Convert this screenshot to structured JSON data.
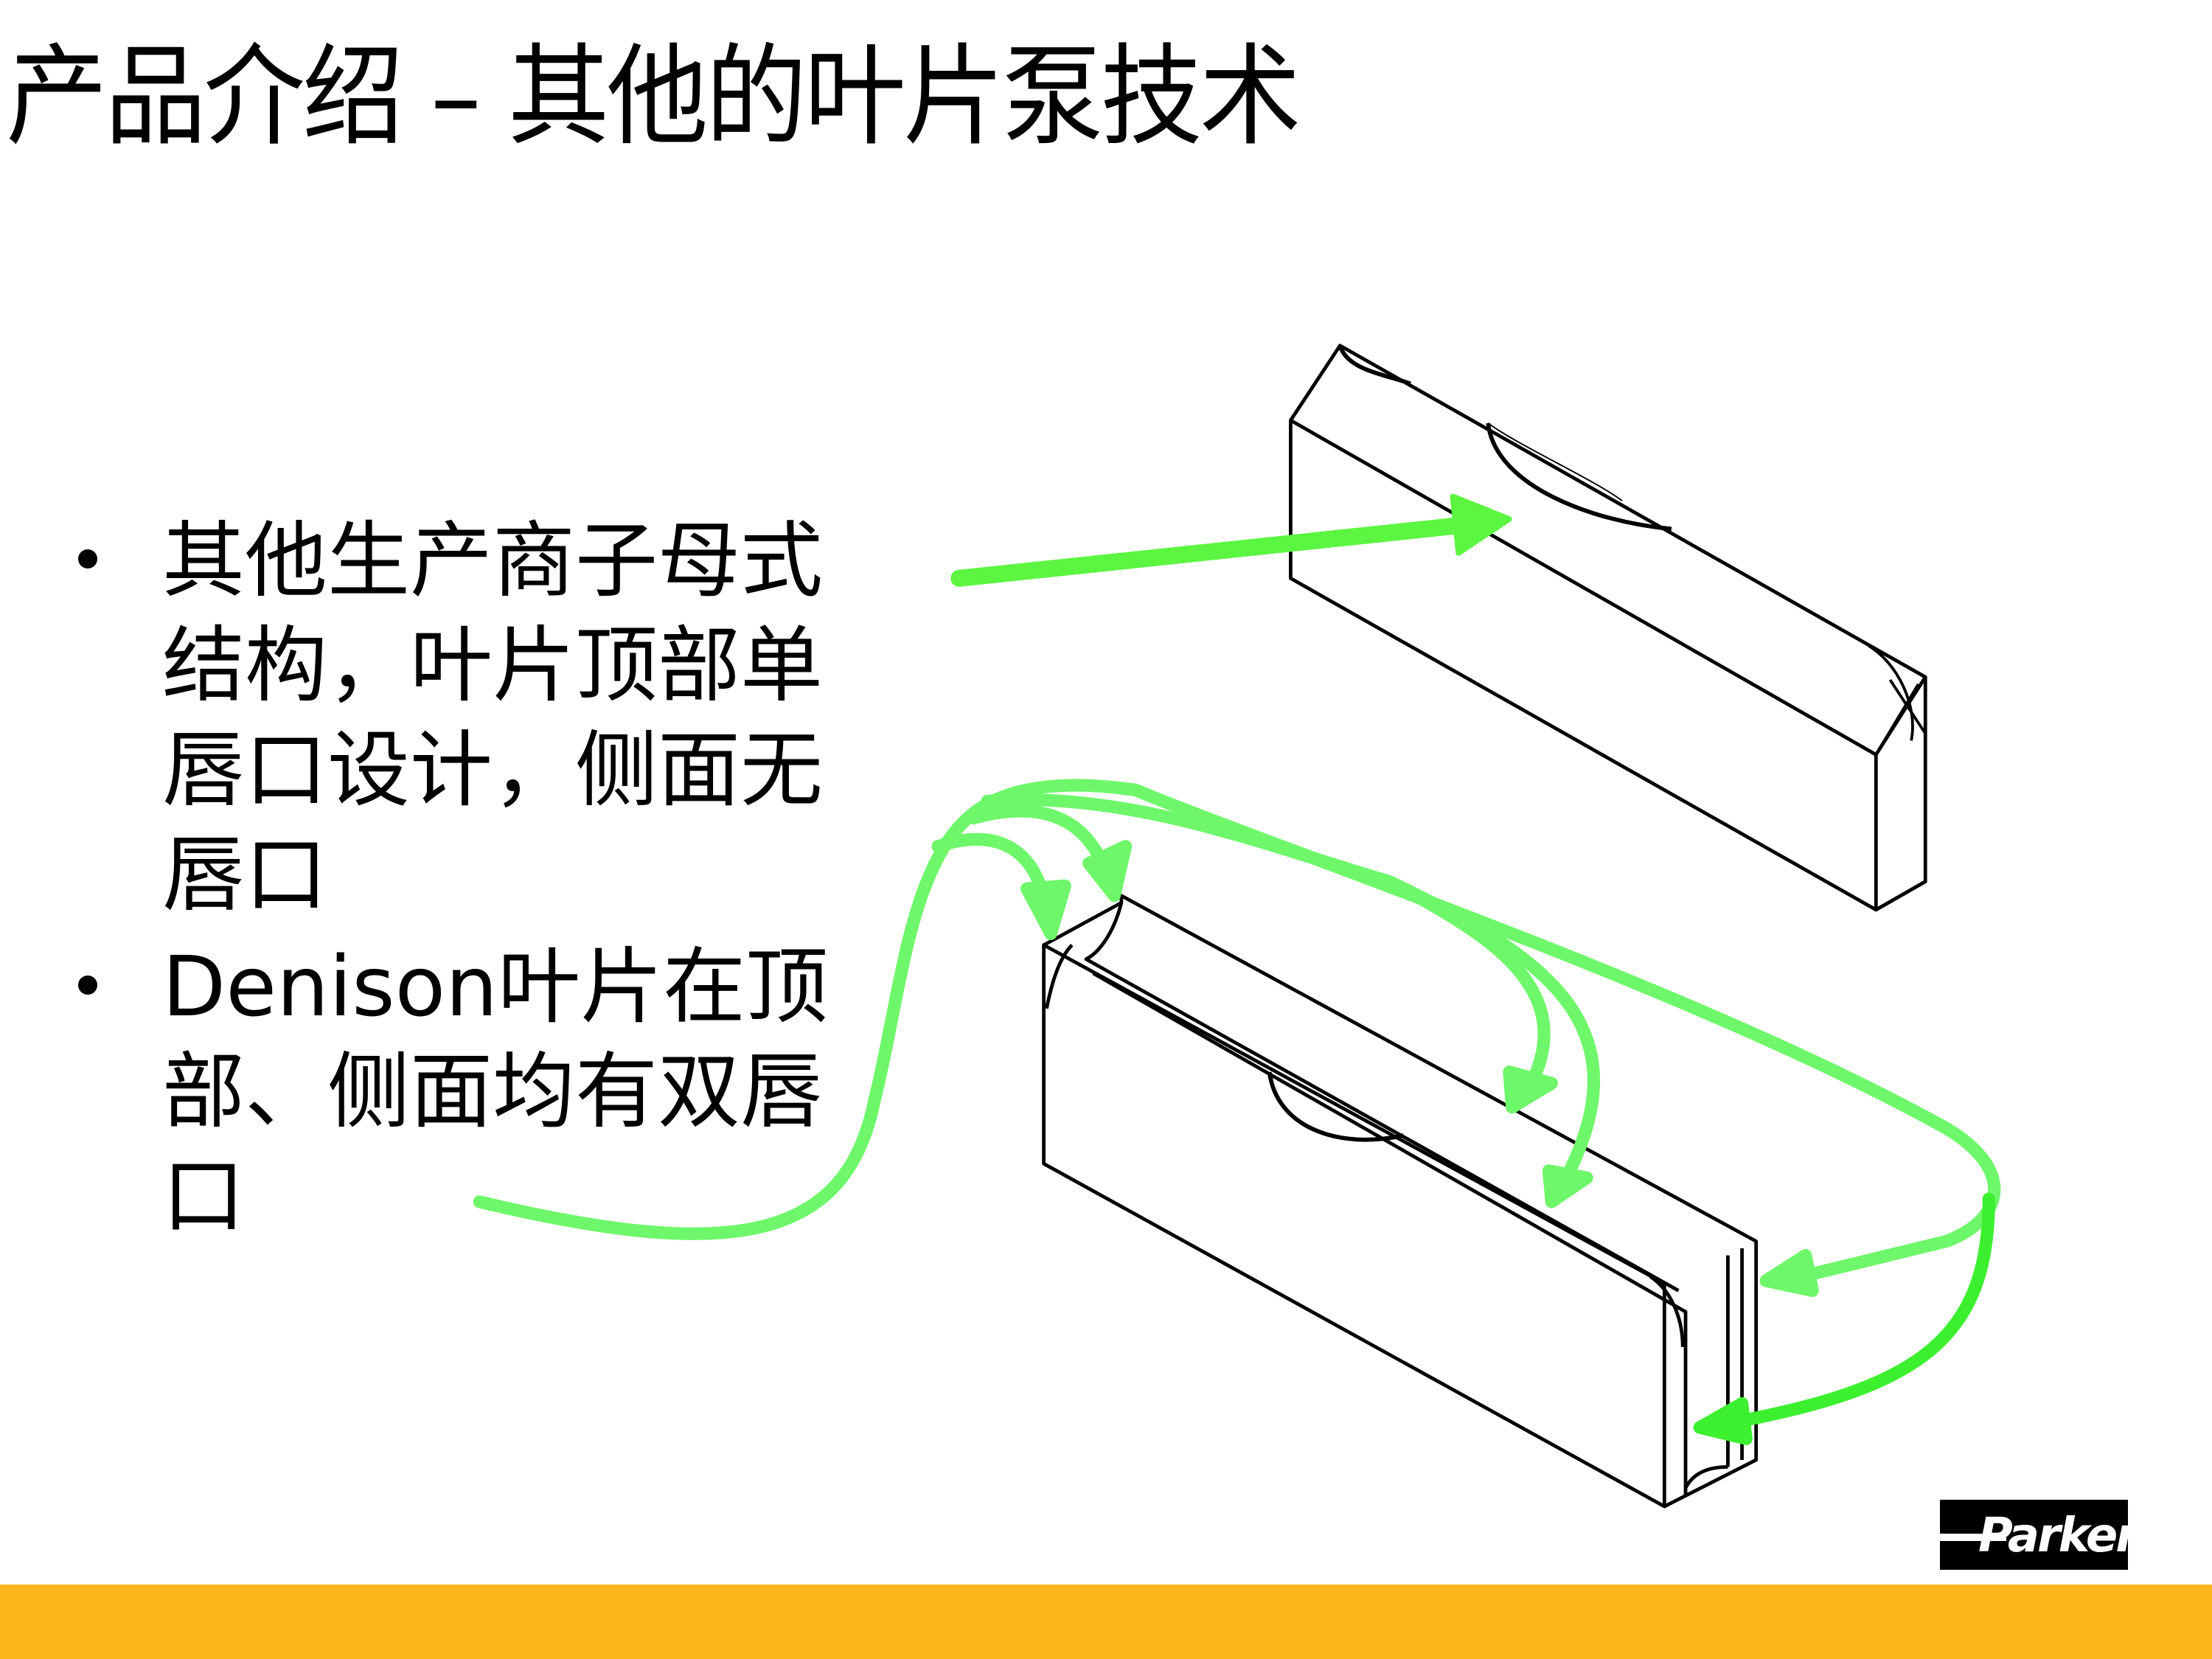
{
  "title": "产品介绍 – 其他的叶片泵技术",
  "bullets": [
    {
      "lines": [
        "其他生产商子母式",
        "结构，叶片顶部单",
        "唇口设计，侧面无",
        "唇口"
      ]
    },
    {
      "lines": [
        "Denison叶片在顶",
        "部、侧面均有双唇",
        "口"
      ]
    }
  ],
  "logo": {
    "text": "Parker"
  },
  "colors": {
    "accent_bar": "#FDB71C",
    "arrow_green": "#5CF542",
    "arrow_green_light": "#6EF76A"
  }
}
